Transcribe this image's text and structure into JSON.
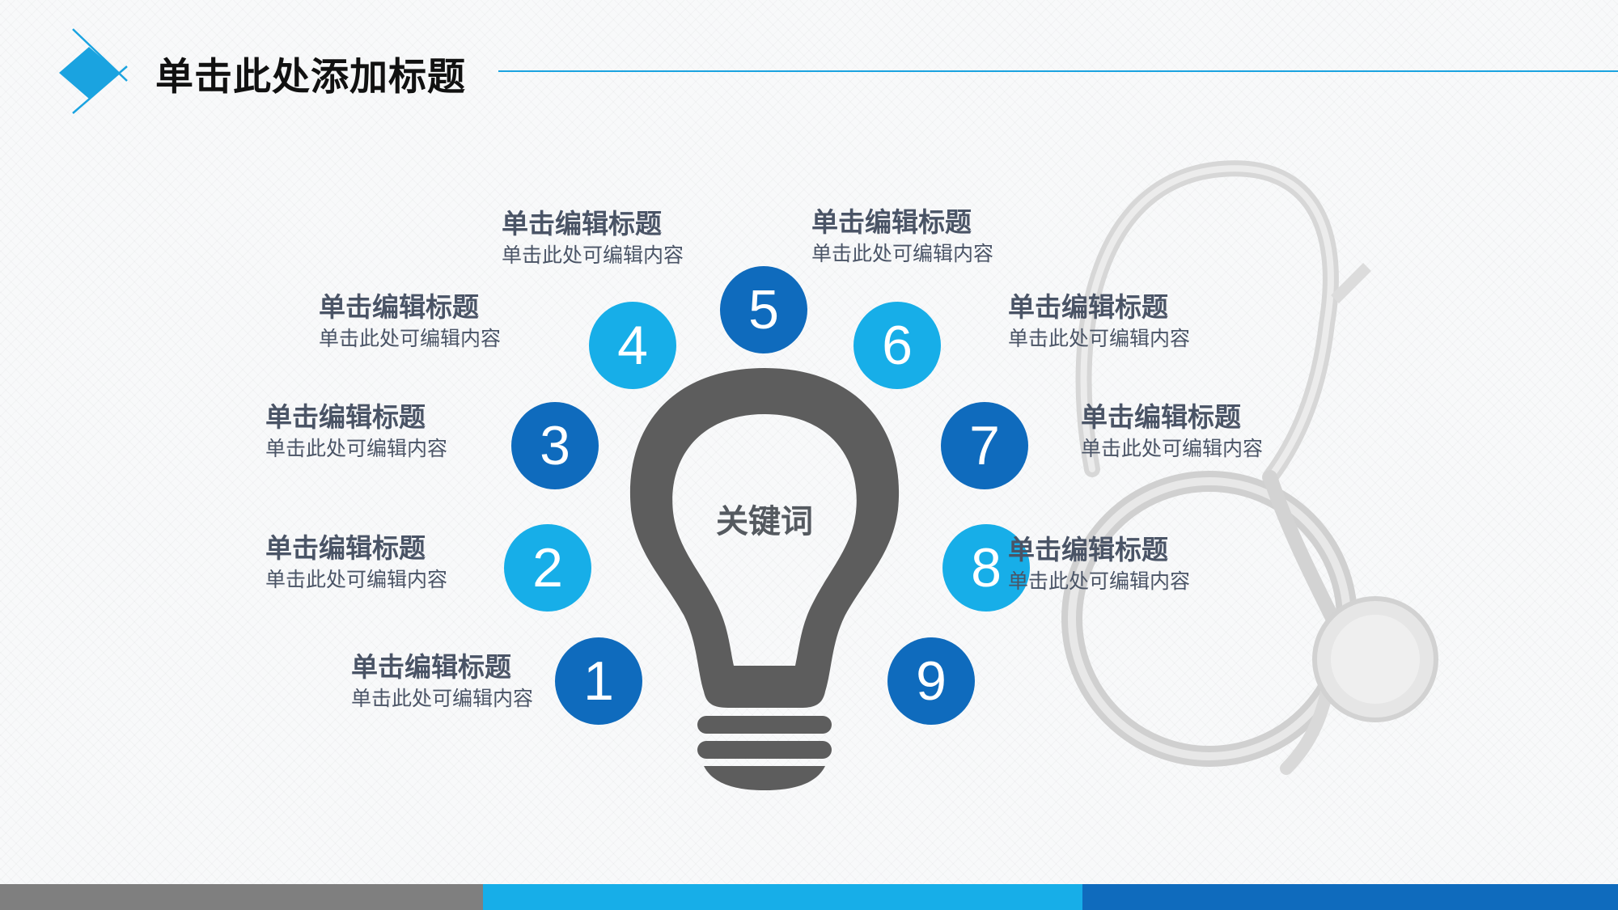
{
  "header": {
    "title": "单击此处添加标题"
  },
  "center": {
    "keyword": "关键词"
  },
  "items": [
    {
      "number": "1",
      "title": "单击编辑标题",
      "desc": "单击此处可编辑内容"
    },
    {
      "number": "2",
      "title": "单击编辑标题",
      "desc": "单击此处可编辑内容"
    },
    {
      "number": "3",
      "title": "单击编辑标题",
      "desc": "单击此处可编辑内容"
    },
    {
      "number": "4",
      "title": "单击编辑标题",
      "desc": "单击此处可编辑内容"
    },
    {
      "number": "5",
      "title": "单击编辑标题",
      "desc": "单击此处可编辑内容"
    },
    {
      "number": "6",
      "title": "单击编辑标题",
      "desc": "单击此处可编辑内容"
    },
    {
      "number": "7",
      "title": "单击编辑标题",
      "desc": "单击此处可编辑内容"
    },
    {
      "number": "8",
      "title": "单击编辑标题",
      "desc": "单击此处可编辑内容"
    },
    {
      "number": "9",
      "title": "单击编辑标题",
      "desc": "单击此处可编辑内容"
    }
  ],
  "colors": {
    "accent_light": "#17aee8",
    "accent_dark": "#0f6bbd",
    "bulb_gray": "#5d5d5d",
    "footer_gray": "#7f7f7f"
  },
  "icons": [
    "diamond-logo-icon",
    "lightbulb-icon",
    "stethoscope-icon"
  ]
}
